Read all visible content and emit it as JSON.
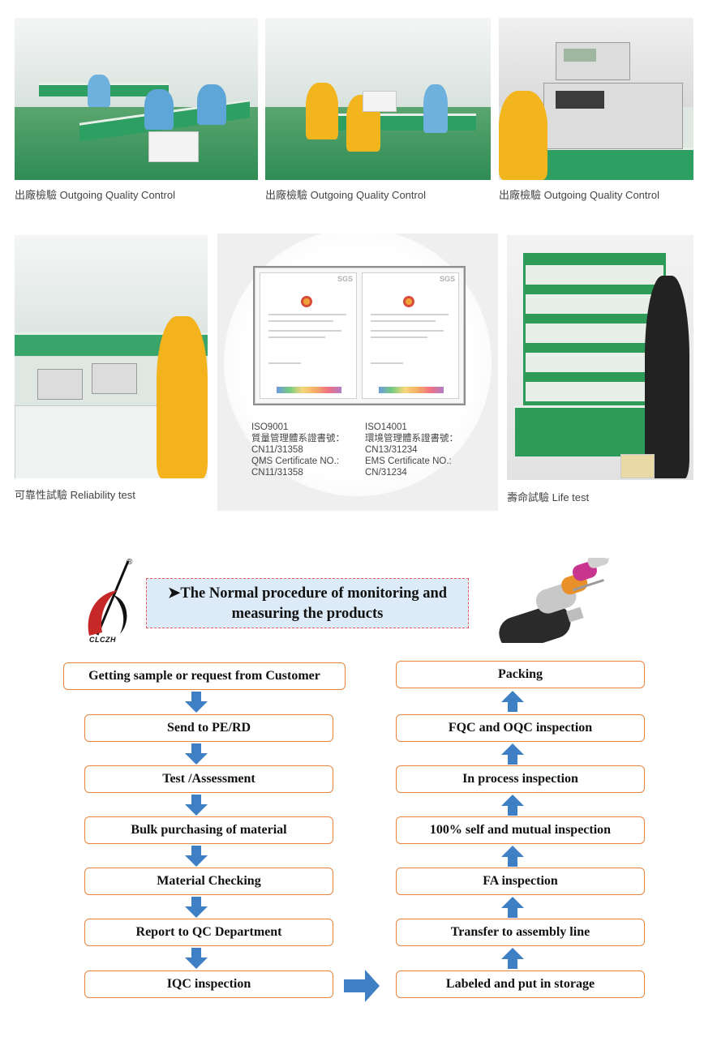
{
  "photos": [
    {
      "caption": "出廠檢驗 Outgoing Quality Control"
    },
    {
      "caption": "出廠檢驗 Outgoing Quality Control"
    },
    {
      "caption": "出廠檢驗 Outgoing Quality Control"
    },
    {
      "caption": "可靠性試驗 Reliability test"
    },
    {
      "caption": "壽命試驗 Life test"
    }
  ],
  "certificates": {
    "left": "ISO9001\n質量管理體系證書號：\nCN11/31358\nQMS Certificate NO.:\nCN11/31358",
    "right": "ISO14001\n環境管理體系證書號：\nCN13/31234\nEMS Certificate NO.:\nCN/31234",
    "sgs_label": "SGS"
  },
  "logo": {
    "text": "CLCZH",
    "mark": "®"
  },
  "procedure": {
    "title_line1": "➤The Normal procedure of monitoring and",
    "title_line2": "measuring the products",
    "left_steps": [
      "Getting sample or request from Customer",
      "Send to PE/RD",
      "Test /Assessment",
      "Bulk purchasing of  material",
      "Material Checking",
      "Report to QC Department",
      "IQC inspection"
    ],
    "right_steps": [
      "Packing",
      "FQC and OQC inspection",
      "In process inspection",
      "100% self and mutual inspection",
      "FA  inspection",
      "Transfer to assembly line",
      "Labeled and put in storage"
    ]
  },
  "colors": {
    "box_border": "#e8843c",
    "arrow_blue": "#3f7fc4",
    "title_bg": "#dcebf7"
  }
}
